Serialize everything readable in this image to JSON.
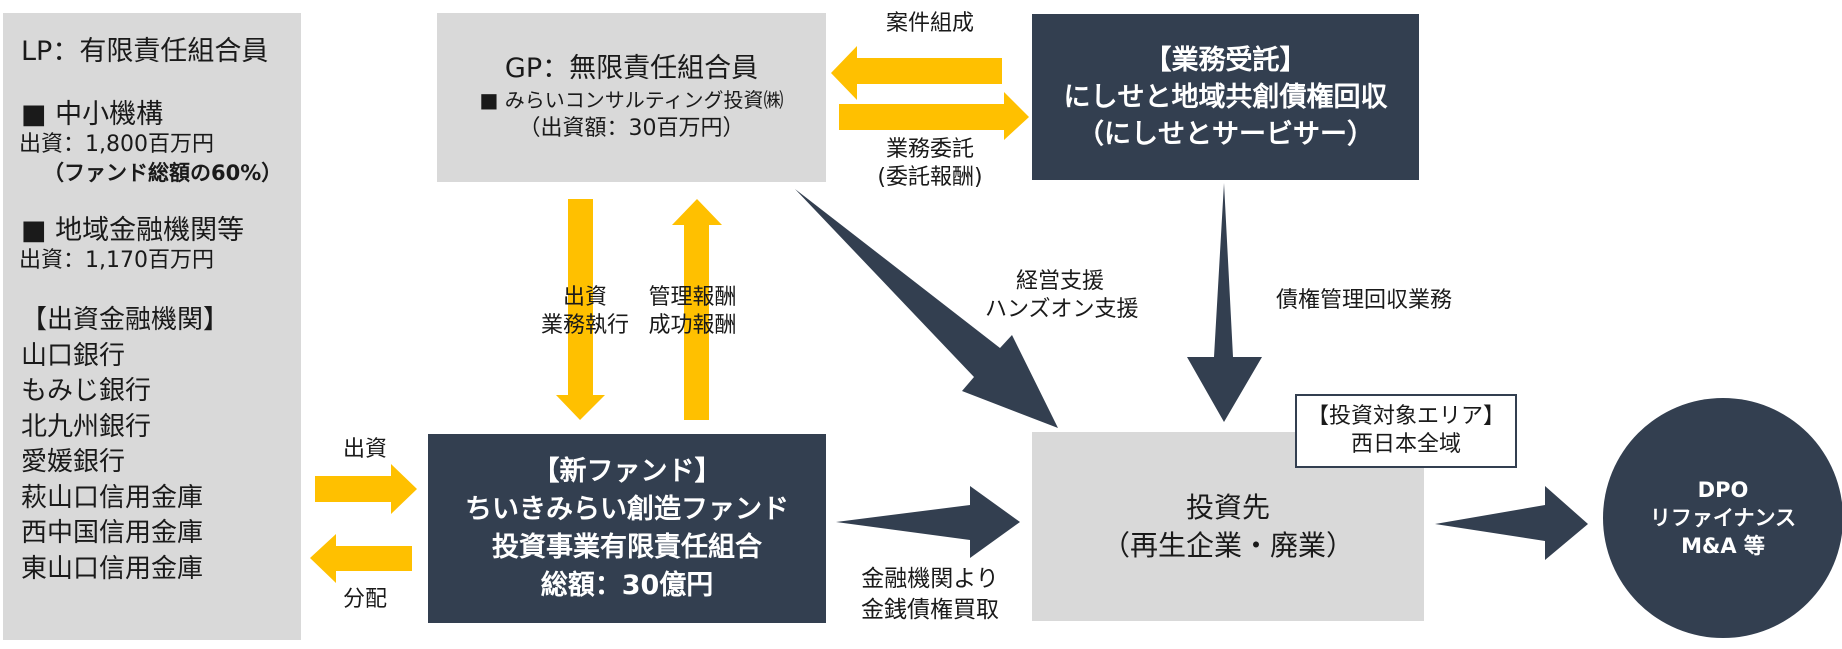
{
  "colors": {
    "dark_navy": "#333f50",
    "panel_gray": "#d9d9d9",
    "arrow_yellow": "#ffc000",
    "text": "#1a1a1a"
  },
  "lp_panel": {
    "title": "LP：有限責任組合員",
    "sme_org": {
      "name": "■ 中小機構",
      "investment": "出資：1,800百万円",
      "note": "（ファンド総額の60%）"
    },
    "regional_fi": {
      "name": "■ 地域金融機関等",
      "investment": "出資：1,170百万円"
    },
    "investing_fi_header": "【出資金融機関】",
    "investing_fi": [
      "山口銀行",
      "もみじ銀行",
      "北九州銀行",
      "愛媛銀行",
      "萩山口信用金庫",
      "西中国信用金庫",
      "東山口信用金庫"
    ]
  },
  "gp_box": {
    "title": "GP：無限責任組合員",
    "company": "■ みらいコンサルティング投資㈱",
    "investment": "（出資額：30百万円）"
  },
  "servicer_box": {
    "line1": "【業務受託】",
    "line2": "にしせと地域共創債権回収",
    "line3": "（にしせとサービサー）"
  },
  "fund_box": {
    "line1": "【新ファンド】",
    "line2": "ちいきみらい創造ファンド",
    "line3": "投資事業有限責任組合",
    "line4": "総額：30億円"
  },
  "target_box": {
    "line1": "投資先",
    "line2": "（再生企業・廃業）"
  },
  "area_box": {
    "line1": "【投資対象エリア】",
    "line2": "西日本全域"
  },
  "exit_circle": {
    "line1": "DPO",
    "line2": "リファイナンス",
    "line3": "M&A 等"
  },
  "arrow_labels": {
    "case_formation": "案件組成",
    "outsourcing_1": "業務委託",
    "outsourcing_2": "(委託報酬)",
    "gp_to_fund_1": "出資",
    "gp_to_fund_2": "業務執行",
    "fund_to_gp_1": "管理報酬",
    "fund_to_gp_2": "成功報酬",
    "mgmt_support_1": "経営支援",
    "mgmt_support_2": "ハンズオン支援",
    "debt_collection": "債権管理回収業務",
    "lp_investment": "出資",
    "distribution": "分配",
    "debt_purchase_1": "金融機関より",
    "debt_purchase_2": "金銭債権買取"
  }
}
